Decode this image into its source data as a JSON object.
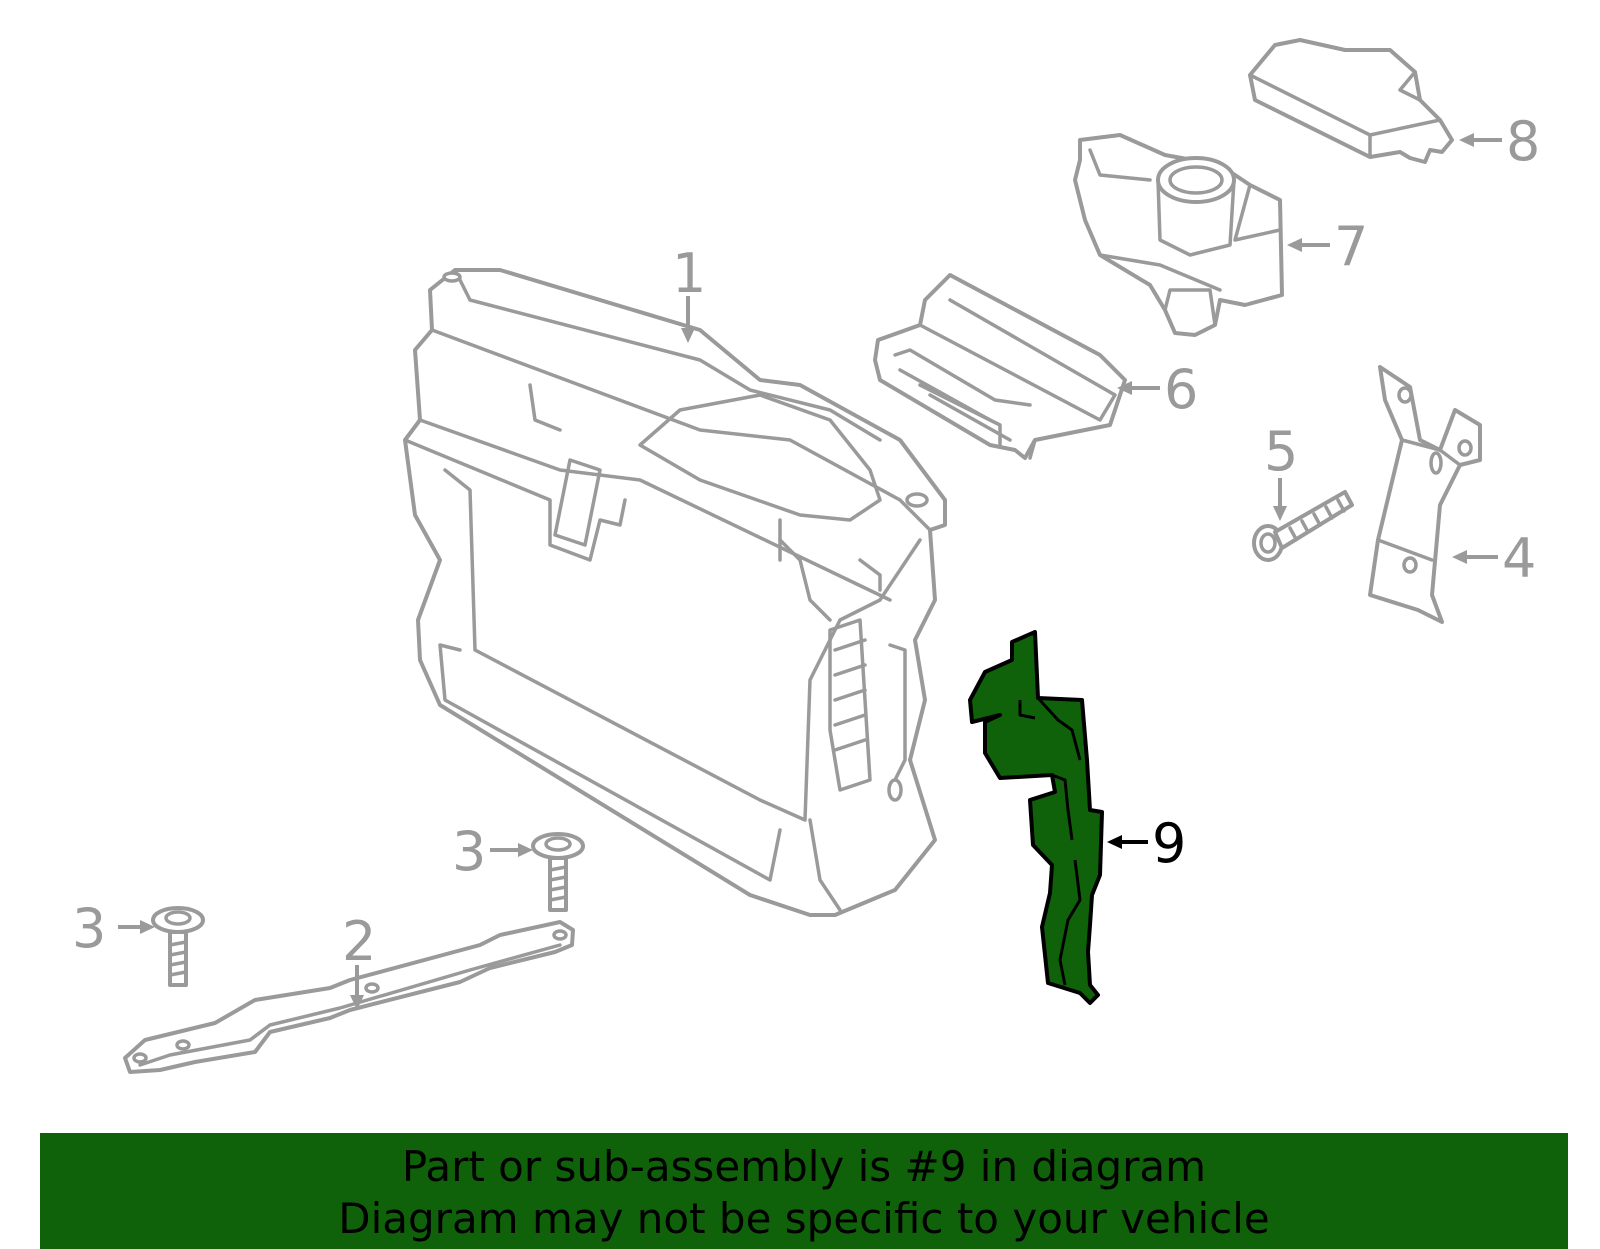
{
  "diagram": {
    "callouts": {
      "c1": "1",
      "c2": "2",
      "c3a": "3",
      "c3b": "3",
      "c4": "4",
      "c5": "5",
      "c6": "6",
      "c7": "7",
      "c8": "8",
      "c9": "9"
    },
    "highlighted_part": "9",
    "colors": {
      "line_art": "#9a9a9a",
      "highlight_fill": "#10620a",
      "highlight_outline": "#000000",
      "banner_background": "#10620a"
    }
  },
  "banner": {
    "line1": "Part or sub-assembly is #9 in diagram",
    "line2": "Diagram may not be specific to your vehicle"
  }
}
